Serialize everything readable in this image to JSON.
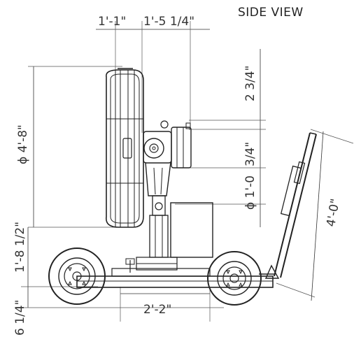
{
  "view_title": "SIDE VIEW",
  "dimensions": {
    "top_left": "1'-1\"",
    "top_right": "1'-5 1/4\"",
    "fan_diameter": "ϕ 4'-8\"",
    "offset_top": "2 3/4\"",
    "offset_mid": "3/4\"",
    "hub_diameter": "ϕ 1'-0",
    "handle_length": "4'-0\"",
    "fan_height": "1'-8 1/2\"",
    "ground_clearance": "6 1/4\"",
    "wheel_spacing": "2'-2\""
  }
}
